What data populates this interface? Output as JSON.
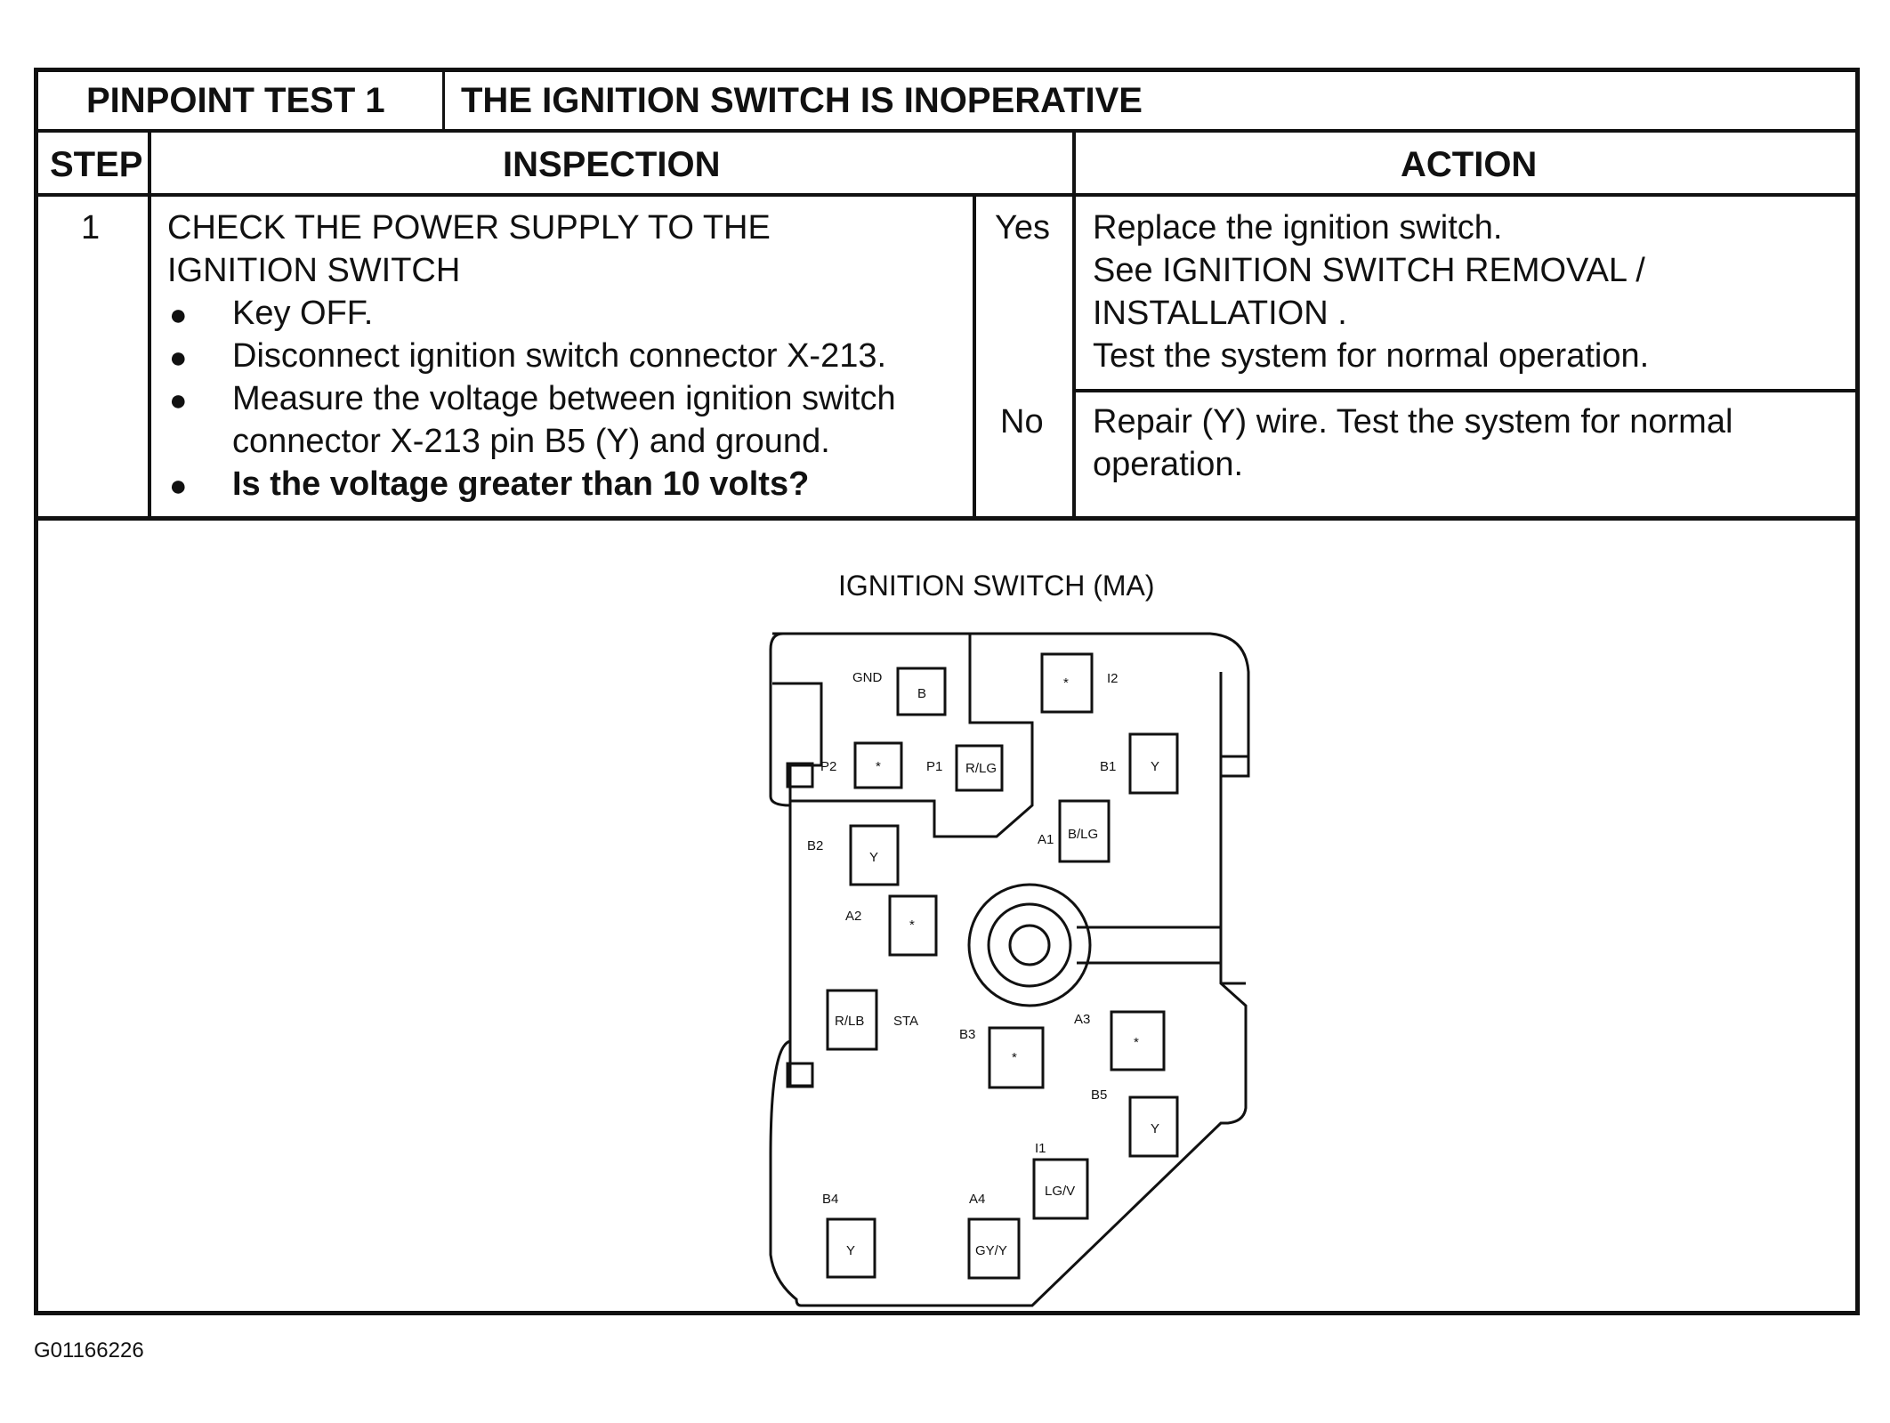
{
  "header": {
    "test_id": "PINPOINT TEST 1",
    "test_title": "THE IGNITION SWITCH IS INOPERATIVE"
  },
  "columns": {
    "step": "STEP",
    "inspection": "INSPECTION",
    "action": "ACTION"
  },
  "step": {
    "number": "1",
    "title_line1": "CHECK THE POWER SUPPLY TO THE",
    "title_line2": "IGNITION SWITCH",
    "bullets": [
      "Key OFF.",
      "Disconnect ignition switch connector X-213.",
      "Measure the voltage between ignition switch",
      "connector X-213 pin B5 (Y) and ground.",
      "Is the voltage greater than 10 volts?"
    ],
    "yes_label": "Yes",
    "yes_action": [
      "Replace the ignition switch.",
      "See IGNITION SWITCH REMOVAL /",
      "INSTALLATION .",
      "Test the system for normal operation."
    ],
    "no_label": "No",
    "no_action": [
      "Repair (Y) wire.  Test the system for normal",
      "operation."
    ]
  },
  "diagram": {
    "title": "IGNITION SWITCH (MA)",
    "pins": [
      {
        "pin": "GND",
        "wire": "B"
      },
      {
        "pin": "I2",
        "wire": "*"
      },
      {
        "pin": "P2",
        "wire": "*"
      },
      {
        "pin": "P1",
        "wire": "R/LG"
      },
      {
        "pin": "B1",
        "wire": "Y"
      },
      {
        "pin": "A1",
        "wire": "B/LG"
      },
      {
        "pin": "B2",
        "wire": "Y"
      },
      {
        "pin": "A2",
        "wire": "*"
      },
      {
        "pin": "STA",
        "wire": "R/LB"
      },
      {
        "pin": "B3",
        "wire": "*"
      },
      {
        "pin": "A3",
        "wire": "*"
      },
      {
        "pin": "B5",
        "wire": "Y"
      },
      {
        "pin": "I1",
        "wire": "LG/V"
      },
      {
        "pin": "B4",
        "wire": "Y"
      },
      {
        "pin": "A4",
        "wire": "GY/Y"
      }
    ]
  },
  "footer": {
    "figure_id": "G01166226"
  }
}
